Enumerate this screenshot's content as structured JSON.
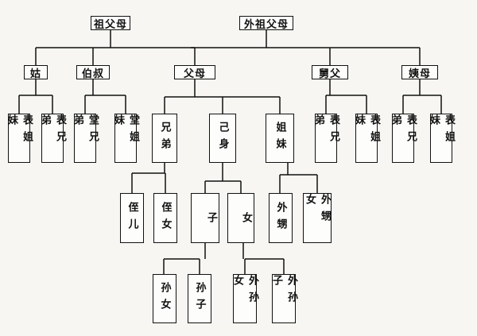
{
  "nodes": {
    "grandparents": "祖父母",
    "maternal_grandparents": "外祖父母",
    "aunt_paternal": "姑",
    "uncles_paternal": "伯叔",
    "parents": "父母",
    "uncle_maternal": "舅父",
    "aunt_maternal": "姨母",
    "gu_cousin_female": "表姐妹",
    "gu_cousin_male": "表兄弟",
    "tang_cousin_male": "堂兄弟",
    "tang_cousin_female": "堂姐妹",
    "brothers": "兄弟",
    "self": "己身",
    "sisters": "姐妹",
    "jiu_cousin_male": "表兄弟",
    "jiu_cousin_female": "表姐妹",
    "yi_cousin_male": "表兄弟",
    "yi_cousin_female": "表姐妹",
    "nephew": "侄儿",
    "niece": "侄女",
    "son": "子",
    "daughter": "女",
    "sister_son": "外甥",
    "sister_daughter": "外甥女",
    "granddaughter": "孙女",
    "grandson": "孙子",
    "daughter_granddaughter": "外孙女",
    "daughter_grandson": "外孙子"
  }
}
